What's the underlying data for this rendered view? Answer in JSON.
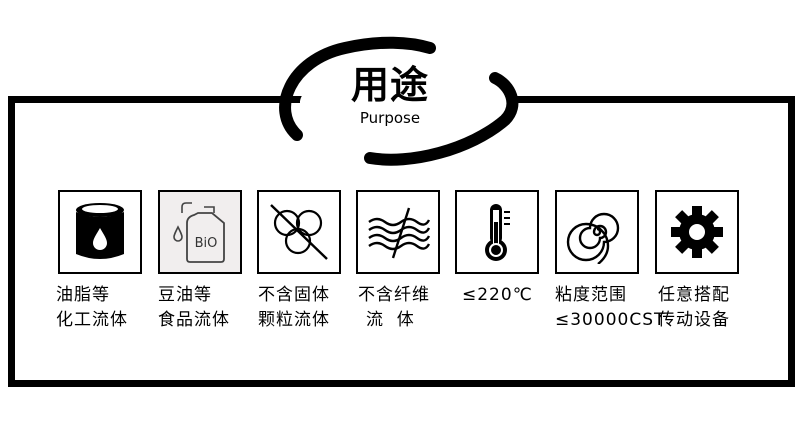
{
  "heading": {
    "title": "用途",
    "subtitle": "Purpose"
  },
  "items": [
    {
      "icon": "oil-barrel-icon",
      "line1": "油脂等",
      "line2": "化工流体"
    },
    {
      "icon": "bio-canister-icon",
      "line1": "豆油等",
      "line2": "食品流体",
      "icon_text": "BiO"
    },
    {
      "icon": "no-solid-particles-icon",
      "line1": "不含固体",
      "line2": "颗粒流体"
    },
    {
      "icon": "no-fiber-icon",
      "line1": "不含纤维",
      "line2": "流  体"
    },
    {
      "icon": "thermometer-icon",
      "line1": "≤220℃",
      "line2": ""
    },
    {
      "icon": "spiral-viscosity-icon",
      "line1": "粘度范围",
      "line2": "≤30000CST"
    },
    {
      "icon": "gear-icon",
      "line1": "任意搭配",
      "line2": "传动设备"
    }
  ]
}
